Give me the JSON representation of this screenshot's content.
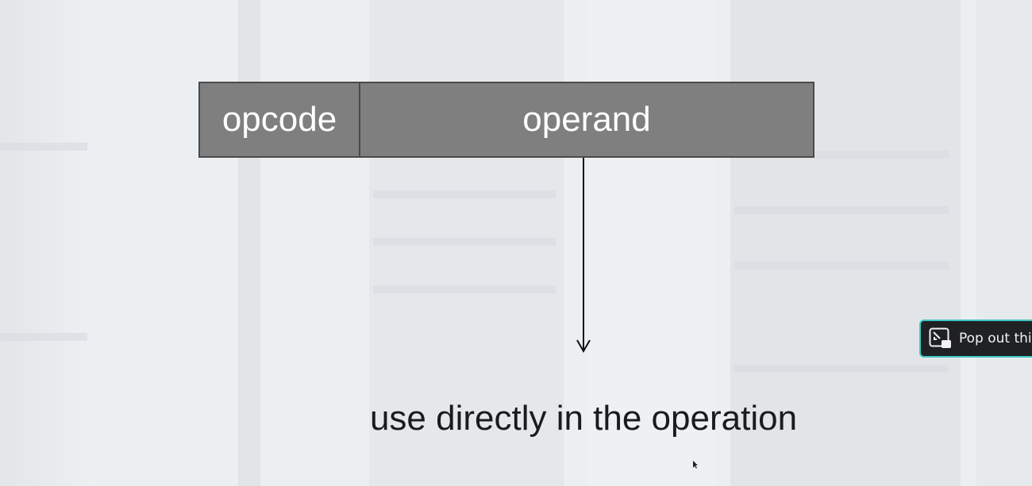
{
  "slide": {
    "instruction": {
      "opcode_label": "opcode",
      "operand_label": "operand"
    },
    "caption": "use directly in the operation"
  },
  "overlay": {
    "popout_label": "Pop out this",
    "popout_icon": "pip-icon",
    "accent_color": "#3fc6c6"
  }
}
